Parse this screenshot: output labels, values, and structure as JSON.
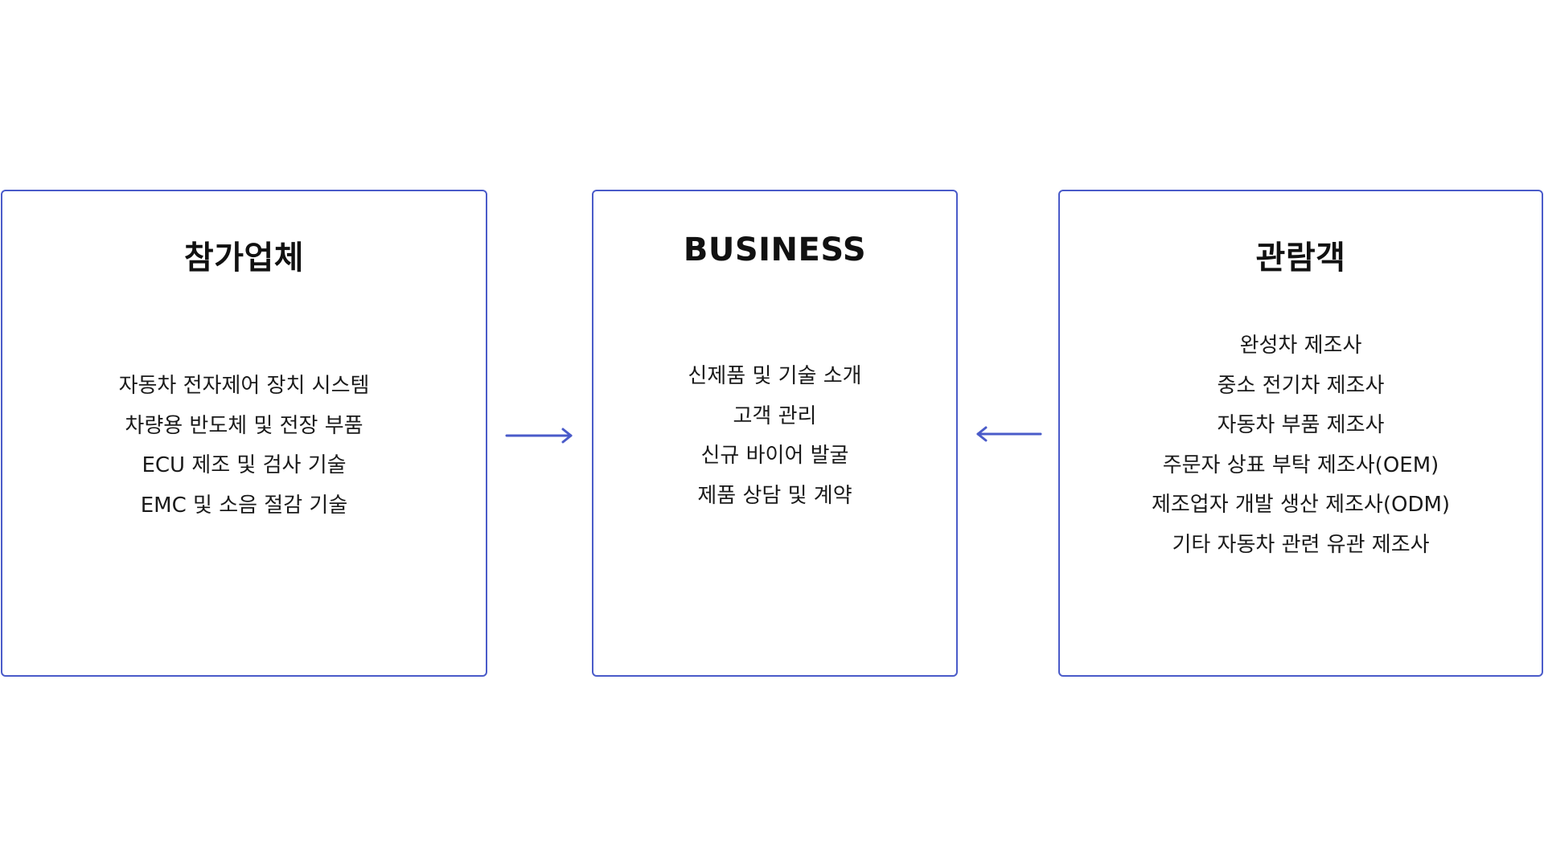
{
  "diagram": {
    "accent_color": "#4a5bc9",
    "left_box": {
      "title": "참가업체",
      "items": [
        "자동차 전자제어 장치 시스템",
        "차량용 반도체 및 전장 부품",
        "ECU 제조 및 검사 기술",
        "EMC 및 소음 절감 기술"
      ]
    },
    "center_box": {
      "title": "BUSINESS",
      "items": [
        "신제품 및 기술 소개",
        "고객 관리",
        "신규 바이어 발굴",
        "제품 상담 및 계약"
      ]
    },
    "right_box": {
      "title": "관람객",
      "items": [
        "완성차 제조사",
        "중소 전기차 제조사",
        "자동차 부품 제조사",
        "주문자 상표 부탁 제조사(OEM)",
        "제조업자 개발 생산 제조사(ODM)",
        "기타 자동차 관련 유관 제조사"
      ]
    },
    "arrows": [
      {
        "from": "left_box",
        "to": "center_box",
        "icon": "arrow-right-icon"
      },
      {
        "from": "right_box",
        "to": "center_box",
        "icon": "arrow-left-icon"
      }
    ]
  }
}
